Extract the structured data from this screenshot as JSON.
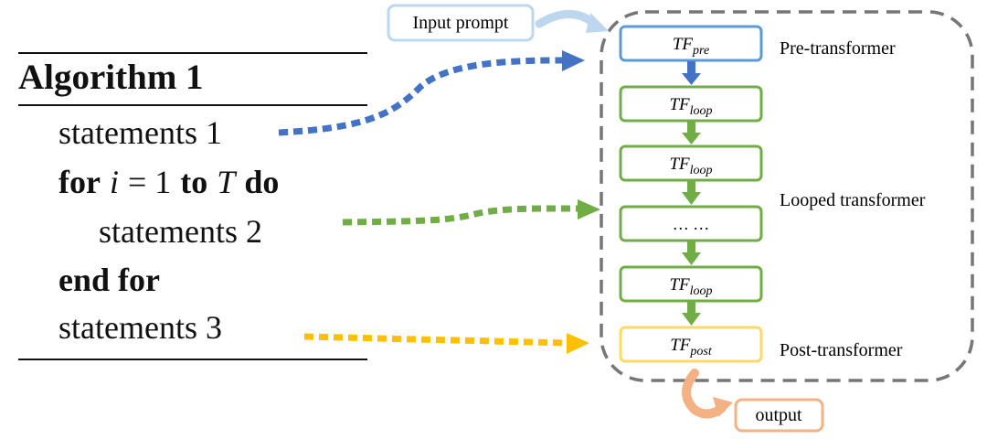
{
  "algorithm": {
    "title": "Algorithm 1",
    "statements1": "statements 1",
    "for_kw": "for",
    "for_var": "i",
    "for_eq": "= 1",
    "for_to": "to",
    "for_T": "T",
    "for_do": "do",
    "statements2": "statements 2",
    "end_for": "end for",
    "statements3": "statements 3"
  },
  "pipeline": {
    "input_prompt": "Input prompt",
    "output": "output",
    "tf": "TF",
    "sub_pre": "pre",
    "sub_loop": "loop",
    "sub_post": "post",
    "ellipsis": "… …",
    "pre_label": "Pre-transformer",
    "looped_label": "Looped transformer",
    "post_label": "Post-transformer"
  },
  "colors": {
    "blue": "#4472c4",
    "green": "#70ad47",
    "yellow": "#ffc000",
    "light_blue": "#bdd7ee",
    "orange": "#f4b183",
    "gray_dash": "#767676"
  }
}
